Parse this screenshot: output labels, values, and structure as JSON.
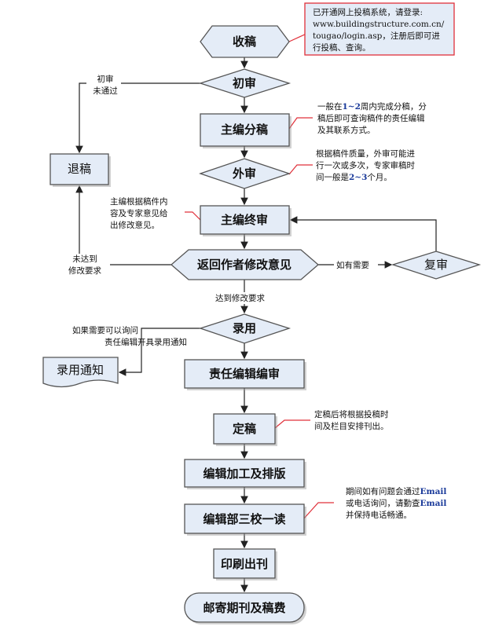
{
  "nodes": {
    "submit": "收稿",
    "initial_review": "初审",
    "assign": "主编分稿",
    "external_review": "外审",
    "final_review": "主编终审",
    "revise": "返回作者修改意见",
    "re_review": "复审",
    "reject": "退稿",
    "accept": "录用",
    "accept_notice": "录用通知",
    "editor_review": "责任编辑编审",
    "finalize": "定稿",
    "typeset": "编辑加工及排版",
    "proofread": "编辑部三校一读",
    "print": "印刷出刊",
    "mail": "邮寄期刊及稿费"
  },
  "edge_labels": {
    "initial_fail": [
      "初审",
      "未通过"
    ],
    "not_met": [
      "未达到",
      "修改要求"
    ],
    "if_needed": "如有需要",
    "met": "达到修改要求"
  },
  "notes": {
    "online_system": [
      "已开通网上投稿系统，请登录:",
      "www.buildingstructure.com.cn/",
      "tougao/login.asp，注册后即可进",
      "行投稿、查询。"
    ],
    "assign_note": {
      "l1a": "一般在",
      "l1b": "1~2",
      "l1c": "周内完成分稿，分",
      "l2": "稿后即可查询稿件的责任编辑",
      "l3": "及其联系方式。"
    },
    "external_note": {
      "l1": "根据稿件质量，外审可能进",
      "l2": "行一次或多次，专家审稿时",
      "l3a": "间一般是",
      "l3b": "2~3",
      "l3c": "个月。"
    },
    "final_note": [
      "主编根据稿件内",
      "容及专家意见给",
      "出修改意见。"
    ],
    "notice_note": [
      "如果需要可以询问",
      "责任编辑开具录用通知"
    ],
    "finalize_note": [
      "定稿后将根据投稿时",
      "间及栏目安排刊出。"
    ],
    "proof_note": {
      "l1a": "期间如有问题会通过",
      "l1b": "Email",
      "l2a": "或电话询问，请勤查",
      "l2b": "Email",
      "l3": "并保持电话畅通。"
    }
  }
}
